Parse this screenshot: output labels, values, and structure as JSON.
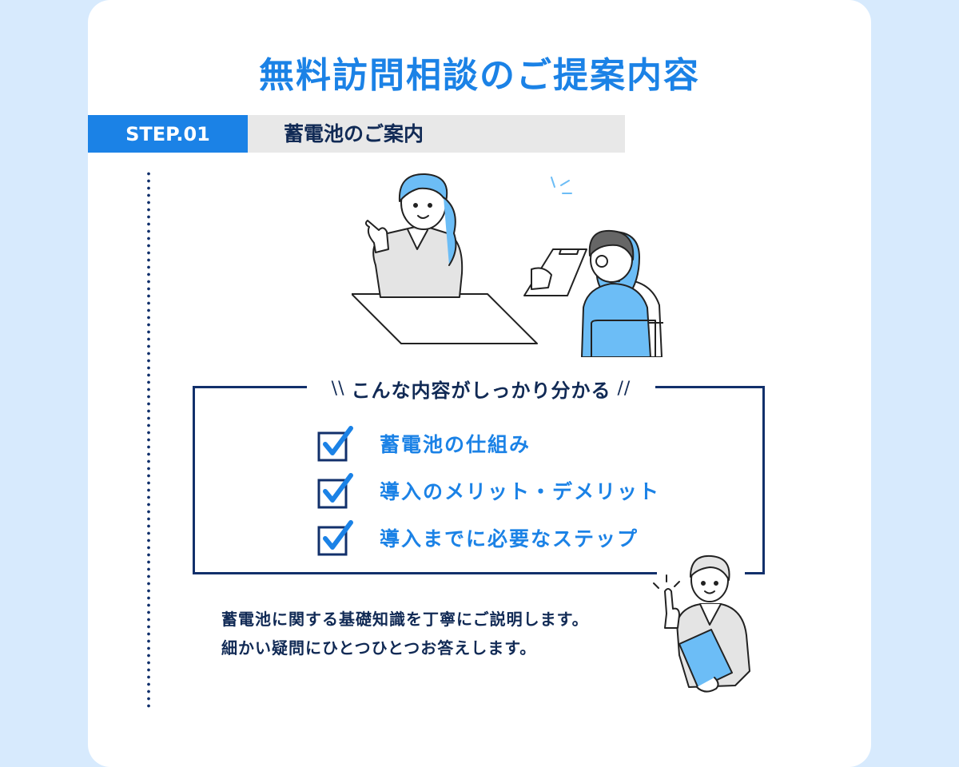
{
  "page": {
    "title": "無料訪問相談のご提案内容",
    "step": {
      "label": "STEP.01",
      "title": "蓄電池のご案内"
    },
    "box": {
      "heading": "こんな内容がしっかり分かる",
      "items": [
        "蓄電池の仕組み",
        "導入のメリット・デメリット",
        "導入までに必要なステップ"
      ]
    },
    "description": [
      "蓄電池に関する基礎知識を丁寧にご説明します。",
      "細かい疑問にひとつひとつお答えします。"
    ]
  },
  "colors": {
    "accent_blue": "#1b82e6",
    "navy": "#12306b",
    "page_background": "#d7eafd",
    "card_background": "#ffffff",
    "step_bar_gray": "#e8e8e8",
    "illustration_blue": "#6cbdf6"
  },
  "icons": [
    "check-icon",
    "consultation-illustration",
    "advisor-illustration"
  ]
}
